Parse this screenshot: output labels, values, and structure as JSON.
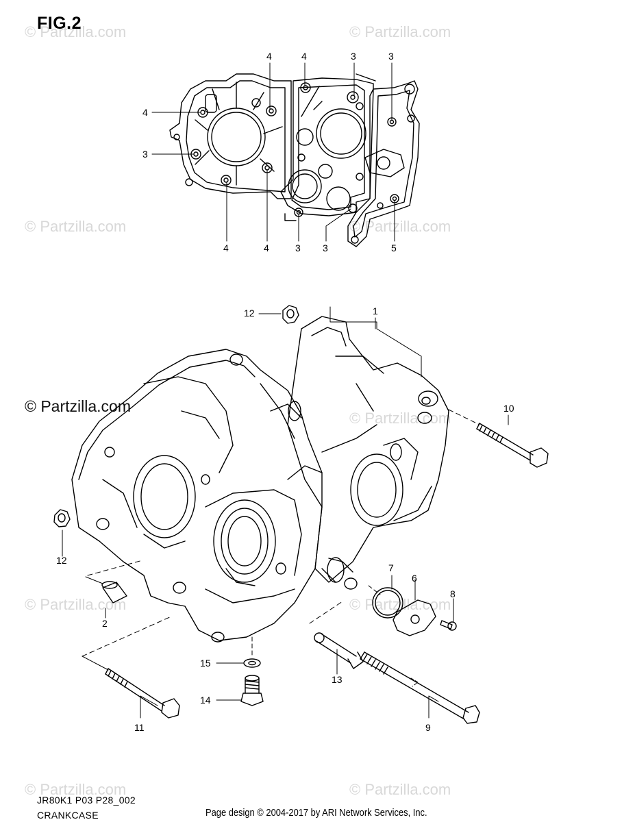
{
  "figure": {
    "title": "FIG.2",
    "code": "JR80K1 P03 P28_002",
    "name": "CRANKCASE"
  },
  "watermark": {
    "main": "© Partzilla.com",
    "faint": "© Partzilla.com"
  },
  "footer": {
    "credit": "Page design © 2004-2017 by ARI Network Services, Inc."
  },
  "callouts": {
    "top": [
      {
        "id": "t1",
        "label": "4"
      },
      {
        "id": "t2",
        "label": "4"
      },
      {
        "id": "t3",
        "label": "3"
      },
      {
        "id": "t4",
        "label": "3"
      },
      {
        "id": "t5",
        "label": "4"
      },
      {
        "id": "t6",
        "label": "3"
      },
      {
        "id": "t7",
        "label": "4"
      },
      {
        "id": "t8",
        "label": "4"
      },
      {
        "id": "t9",
        "label": "3"
      },
      {
        "id": "t10",
        "label": "3"
      },
      {
        "id": "t11",
        "label": "5"
      }
    ],
    "bottom": [
      {
        "id": "b1",
        "label": "1"
      },
      {
        "id": "b12a",
        "label": "12"
      },
      {
        "id": "b10",
        "label": "10"
      },
      {
        "id": "b12b",
        "label": "12"
      },
      {
        "id": "b2",
        "label": "2"
      },
      {
        "id": "b7",
        "label": "7"
      },
      {
        "id": "b6",
        "label": "6"
      },
      {
        "id": "b8",
        "label": "8"
      },
      {
        "id": "b15",
        "label": "15"
      },
      {
        "id": "b13",
        "label": "13"
      },
      {
        "id": "b14",
        "label": "14"
      },
      {
        "id": "b11",
        "label": "11"
      },
      {
        "id": "b9",
        "label": "9"
      }
    ]
  }
}
